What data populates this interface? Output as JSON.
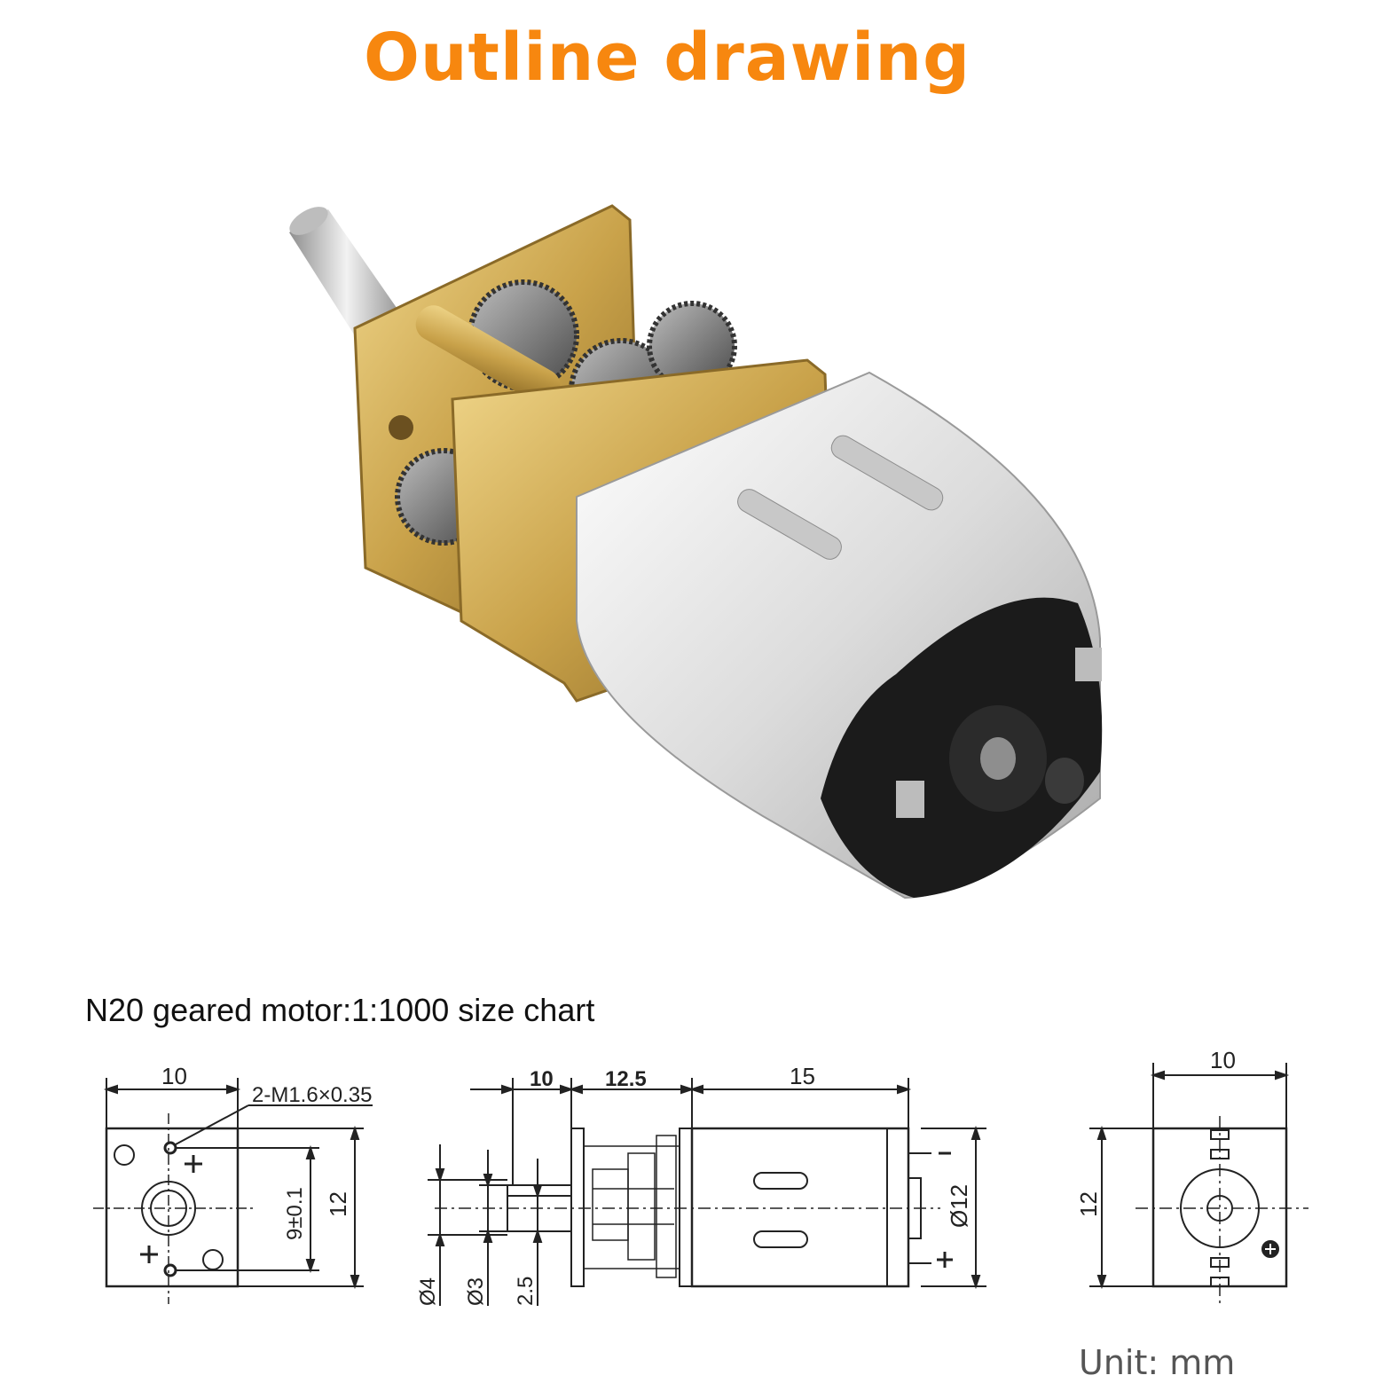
{
  "header": {
    "title": "Outline drawing"
  },
  "colors": {
    "accent": "#f7870f",
    "brass": "#c9a24a",
    "motor_body": "#e3e3e3",
    "end_cap": "#1b1b1b",
    "line": "#222222"
  },
  "chart": {
    "subtitle": "N20 geared motor:1:1000 size chart",
    "unit": "Unit: mm"
  },
  "front_view": {
    "width": "10",
    "height": "12",
    "hole_spacing": "9±0.1",
    "thread": "2-M1.6×0.35"
  },
  "side_view": {
    "shaft_len": "10",
    "gearbox_len": "12.5",
    "motor_len": "15",
    "body_dia": "Ø12",
    "shaft_dia_4": "Ø4",
    "shaft_dia_3": "Ø3",
    "flat": "2.5",
    "terminal_neg": "−",
    "terminal_pos": "+"
  },
  "rear_view": {
    "width": "10",
    "height": "12"
  },
  "icons": {
    "plus": "plus-icon",
    "minus": "minus-icon"
  }
}
